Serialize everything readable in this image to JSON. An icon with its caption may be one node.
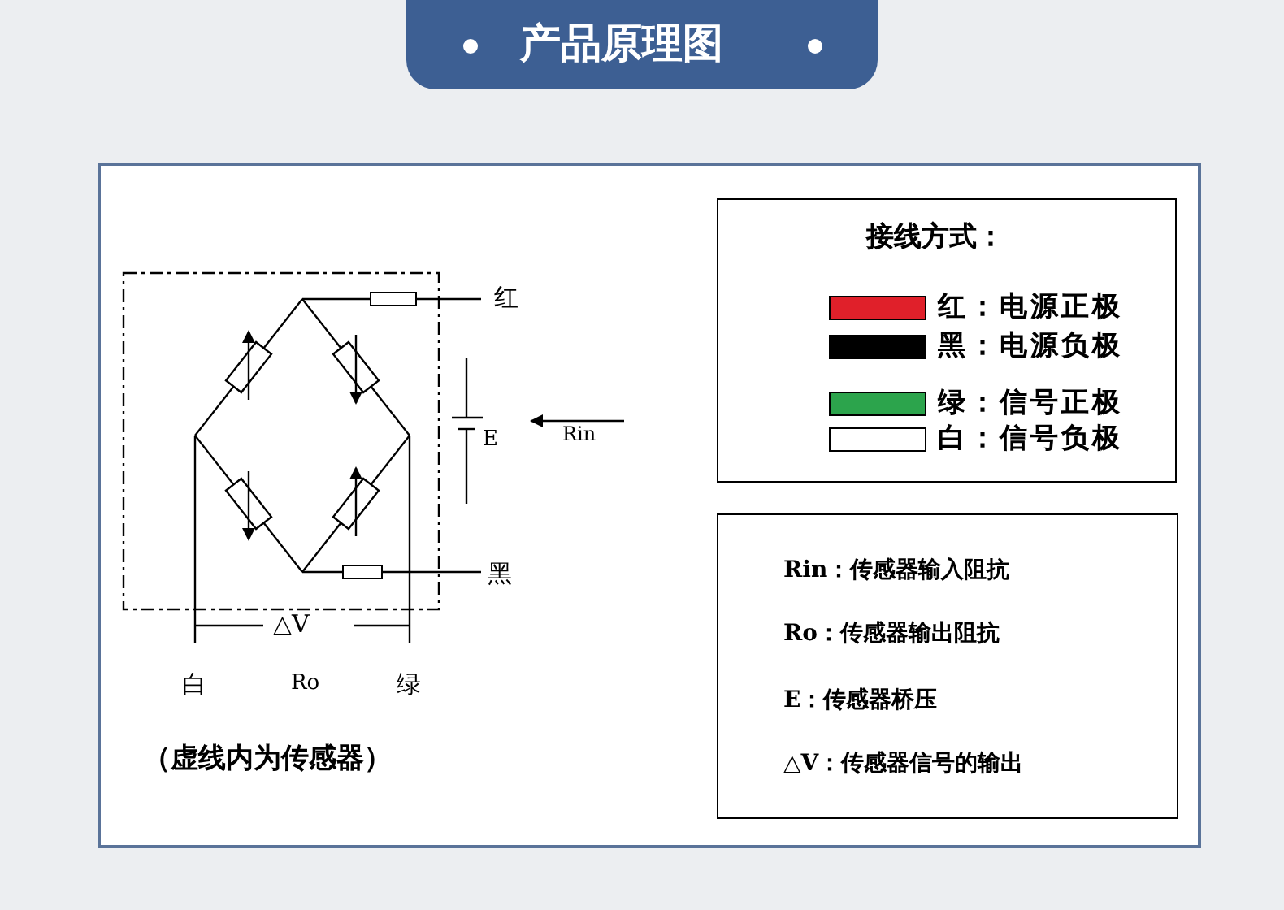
{
  "diagram": {
    "title": "产品原理图",
    "labels": [
      "红",
      "E",
      "Rin",
      "黑",
      "△V",
      "白",
      "Ro",
      "绿",
      "（虚线内为传感器）",
      "接线方式：",
      "Rin：传感器输入阻抗",
      "Ro：传感器输出阻抗",
      "E：传感器桥压",
      "△V：传感器信号的输出"
    ],
    "legend": [
      {
        "text": "红：电源正极",
        "color": "#e0202a"
      },
      {
        "text": "黑：电源负极",
        "color": "#000000"
      },
      {
        "text": "绿：信号正极",
        "color": "#2ca44c"
      },
      {
        "text": "白：信号负极",
        "color": "#ffffff"
      }
    ]
  }
}
